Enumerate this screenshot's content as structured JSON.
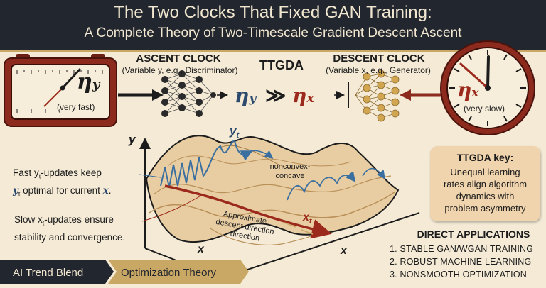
{
  "title": "The Two Clocks That Fixed GAN Training:",
  "subtitle": "A Complete Theory of Two-Timescale Gradient Descent Ascent",
  "ascent": {
    "heading": "ASCENT CLOCK",
    "desc": "(Variable y, e.g., Discriminator)",
    "rate_label": "η",
    "rate_sub": "y",
    "speed": "(very fast)"
  },
  "descent": {
    "heading": "DESCENT CLOCK",
    "desc": "(Variable x, e.g., Generator)",
    "rate_label": "η",
    "rate_sub": "x",
    "speed": "(very slow)"
  },
  "center": {
    "label": "TTGDA",
    "left_eta": "η",
    "left_sub": "y",
    "relation": "≫",
    "right_eta": "η",
    "right_sub": "x"
  },
  "plot": {
    "y_axis": "y",
    "x_axis_left": "x",
    "x_axis_right": "x",
    "yt_label": "y",
    "yt_sub": "t",
    "xt_label": "x",
    "xt_sub": "t",
    "surface_label_1": "nonconvex-",
    "surface_label_2": "concave",
    "descent_1": "Approximate",
    "descent_2": "descent direction",
    "descent_3": "direction"
  },
  "notes": {
    "fast_1": "Fast y",
    "fast_1_sub": "t",
    "fast_1_end": "-updates keep",
    "fast_2": "y",
    "fast_2_sub": "t",
    "fast_2_end": " optimal for current ",
    "fast_2_x": "x",
    "fast_2_dot": ".",
    "slow_1": "Slow x",
    "slow_1_sub": "t",
    "slow_1_end": "-updates ensure",
    "slow_2": "stability and convergence."
  },
  "key": {
    "title": "TTGDA key:",
    "lines": [
      "Unequal learning",
      "rates align algorithm",
      "dynamics with",
      "problem asymmetry"
    ]
  },
  "applications": {
    "heading": "DIRECT APPLICATIONS",
    "items": [
      "1. STABLE GAN/WGAN TRAINING",
      "2. ROBUST MACHINE LEARNING",
      "3. NONSMOOTH OPTIMIZATION"
    ]
  },
  "tags": [
    "AI Trend Blend",
    "Optimization Theory"
  ],
  "colors": {
    "banner": "#22262e",
    "gold": "#c9a764",
    "clock_red": "#8c2a1e",
    "eta_red": "#9c2a1c",
    "eta_blue": "#2c4a6e",
    "node_gold": "#d2a550",
    "background": "#f4ead6"
  }
}
